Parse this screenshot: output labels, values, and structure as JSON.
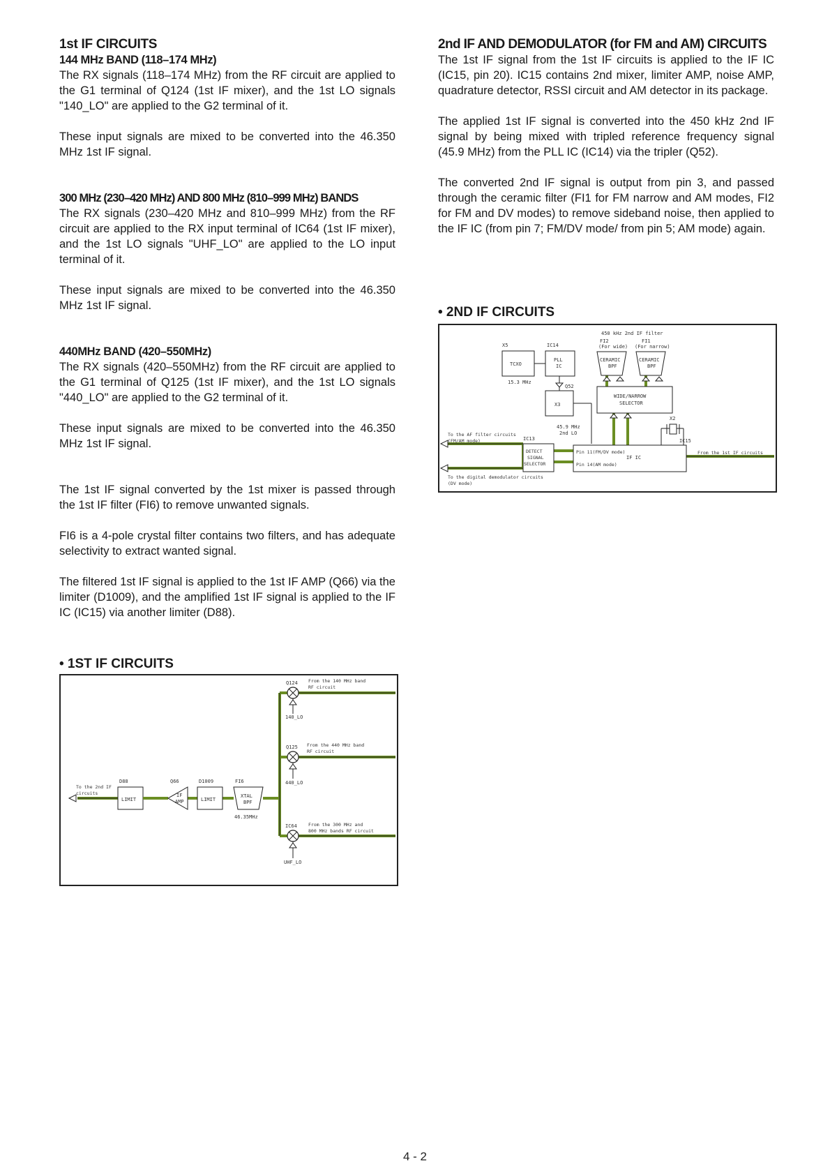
{
  "left": {
    "title": "1st IF CIRCUITS",
    "band144": {
      "heading": "144 MHz BAND (118–174 MHz)",
      "p1": "The RX signals (118–174 MHz) from the RF circuit are applied to the G1 terminal of Q124 (1st IF mixer), and the 1st LO signals \"140_LO\" are applied to the G2 terminal of it.",
      "p2": "These input signals are mixed to be converted into the 46.350 MHz 1st IF signal."
    },
    "band300": {
      "heading": "300 MHz (230–420 MHz) AND 800 MHz (810–999 MHz) BANDS",
      "p1": "The RX signals (230–420 MHz and 810–999 MHz) from the RF circuit are applied to the RX input terminal of IC64 (1st IF mixer), and the 1st LO signals \"UHF_LO\" are applied to the LO input terminal of it.",
      "p2": "These input signals are mixed to be converted into the 46.350 MHz 1st IF signal."
    },
    "band440": {
      "heading": "440MHz BAND (420–550MHz)",
      "p1": "The RX signals (420–550MHz) from the RF circuit are applied to the G1 terminal of Q125 (1st IF mixer), and the 1st LO signals \"440_LO\" are applied to the G2 terminal of it.",
      "p2": "These input signals are mixed  to be converted into the 46.350 MHz 1st IF signal."
    },
    "p_filter1": "The 1st IF signal converted by the 1st mixer is passed through the 1st IF filter (FI6) to remove unwanted signals.",
    "p_filter2": "FI6 is a 4-pole crystal filter contains two filters, and has adequate selectivity to extract wanted signal.",
    "p_filter3": "The filtered 1st IF signal is applied to the 1st IF AMP (Q66) via the limiter (D1009), and the amplified 1st IF signal is applied to the IF IC (IC15) via another limiter (D88).",
    "diagram_title": "• 1ST IF CIRCUITS"
  },
  "right": {
    "title": "2nd IF AND DEMODULATOR (for FM and AM) CIRCUITS",
    "p1": "The 1st IF signal from the 1st IF circuits is applied to the IF IC (IC15, pin 20). IC15 contains 2nd mixer, limiter AMP, noise AMP, quadrature detector, RSSI circuit and AM detector in its package.",
    "p2": "The applied 1st IF signal is converted into the 450 kHz 2nd IF signal by being mixed with tripled reference frequency signal (45.9 MHz) from the PLL IC (IC14) via the tripler (Q52).",
    "p3": "The converted 2nd IF signal is output from pin 3, and passed through the ceramic filter (FI1 for FM narrow and AM modes, FI2 for FM and DV modes) to remove sideband noise, then applied to the IF IC (from pin 7; FM/DV mode/ from pin 5; AM mode) again.",
    "diagram_title": "• 2ND IF CIRCUITS"
  },
  "diagram1": {
    "q124": "Q124",
    "from140": "From the 140 MHz band",
    "from140b": "RF circuit",
    "lo140": "140_LO",
    "q125": "Q125",
    "from440": "From the 440 MHz band",
    "from440b": "RF circuit",
    "lo440": "440_LO",
    "ic64": "IC64",
    "from300": "From the 300 MHz and",
    "from300b": "800 MHz bands RF circuit",
    "uhflo": "UHF_LO",
    "d88": "D88",
    "limit1": "LIMIT",
    "q66": "Q66",
    "ifamp1": "IF",
    "ifamp2": "AMP",
    "d1009": "D1009",
    "limit2": "LIMIT",
    "fi6": "FI6",
    "xtal1": "XTAL",
    "xtal2": "BPF",
    "freq": "46.35MHz",
    "to2nd1": "To the 2nd IF",
    "to2nd2": "circuits"
  },
  "diagram2": {
    "filter_title": "450 kHz 2nd IF filter",
    "x5": "X5",
    "ic14": "IC14",
    "fi2": "FI2",
    "fi2sub": "(For wide)",
    "fi1": "FI1",
    "fi1sub": "(For narrow)",
    "tcxo": "TCXO",
    "pll1": "PLL",
    "pll2": "IC",
    "cer1a": "CERAMIC",
    "cer1b": "BPF",
    "cer2a": "CERAMIC",
    "cer2b": "BPF",
    "tcxo_freq": "15.3 MHz",
    "q52": "Q52",
    "x3": "X3",
    "sel1": "WIDE/NARROW",
    "sel2": "SELECTOR",
    "lo1": "45.9 MHz",
    "lo2": "2nd LO",
    "x2": "X2",
    "toaf1": "To the AF filter circuits",
    "toaf2": "(FM/AM mode)",
    "ic13": "IC13",
    "ic15": "IC15",
    "det1": "DETECT",
    "det2": "SIGNAL",
    "det3": "SELECTOR",
    "pin11": "Pin 11(FM/DV mode)",
    "ific": "IF IC",
    "pin14": "Pin 14(AM mode)",
    "from1st": "From the 1st IF circuits",
    "todig1": "To the digital demodulator circuits",
    "todig2": "(DV mode)"
  },
  "page_number": "4 - 2"
}
